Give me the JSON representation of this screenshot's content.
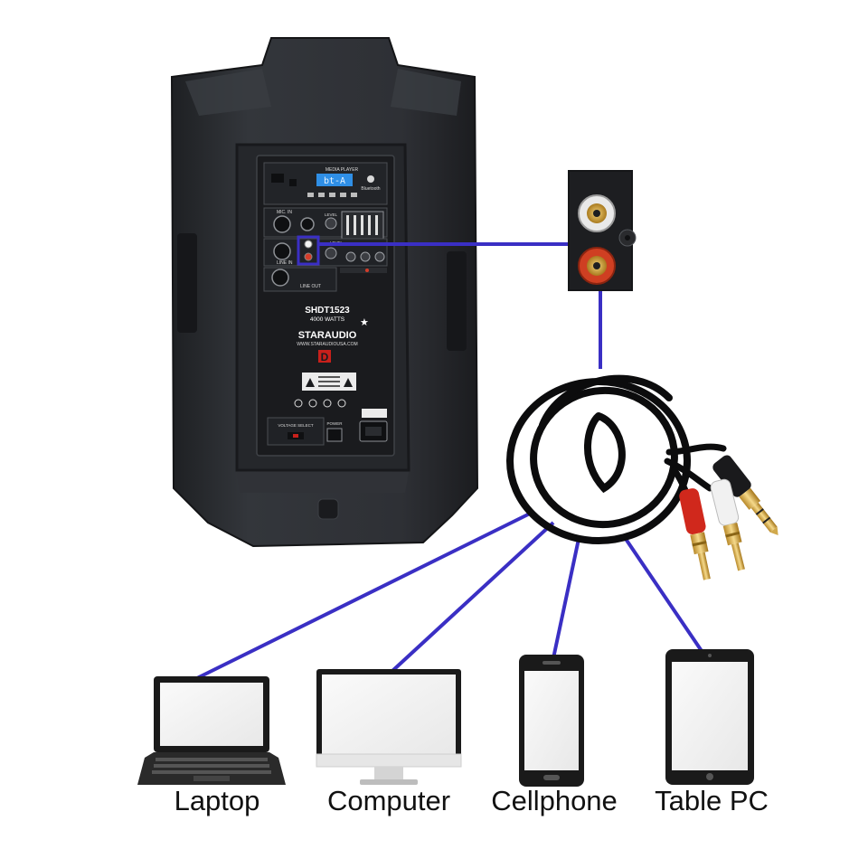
{
  "speaker": {
    "media_player_label": "MEDIA PLAYER",
    "display_text": "bt-A",
    "bluetooth_label": "Bluetooth",
    "mic_in_label": "MIC. IN",
    "line_in_label": "LINE IN",
    "line_out_label": "LINE OUT",
    "level_label": "LEVEL",
    "model": "SHDT1523",
    "watts": "4000 WATTS",
    "brand": "STARAUDIO",
    "website": "WWW.STARAUDIOUSA.COM",
    "class_mark": "D",
    "voltage_select_label": "VOLTAGE SELECT",
    "power_label": "POWER"
  },
  "devices": [
    {
      "name": "Laptop",
      "icon": "laptop-icon"
    },
    {
      "name": "Computer",
      "icon": "monitor-icon"
    },
    {
      "name": "Cellphone",
      "icon": "phone-icon"
    },
    {
      "name": "Table PC",
      "icon": "tablet-icon"
    }
  ],
  "colors": {
    "connector_line": "#3a2fc4",
    "speaker_body": "#2b2d31",
    "panel": "#1c1d20",
    "lcd": "#2f8fe6"
  }
}
